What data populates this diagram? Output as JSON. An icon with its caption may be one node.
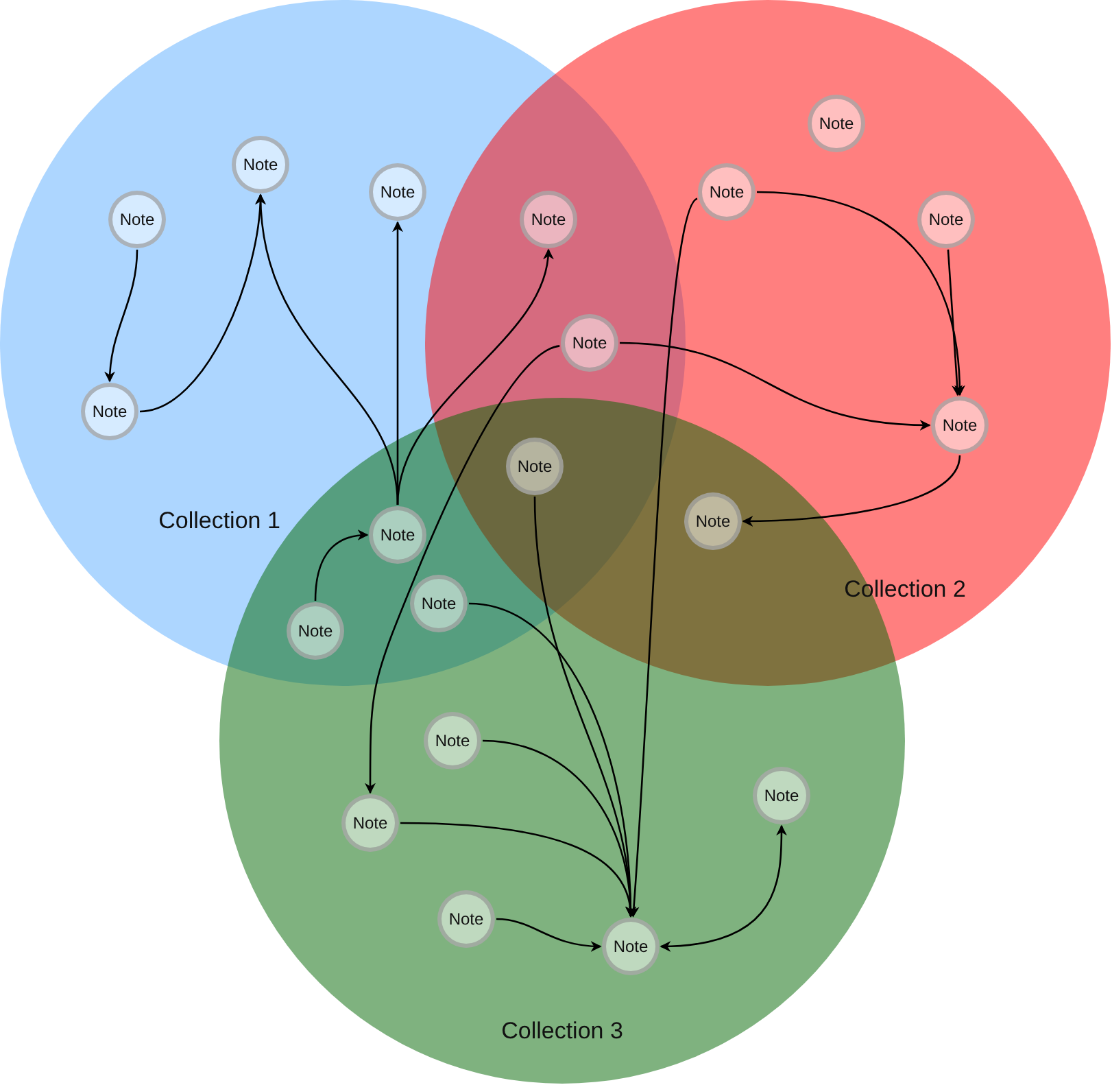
{
  "diagram": {
    "nodes": [
      {
        "text": [
          "Collection 1"
        ]
      },
      {
        "text": [
          "Collection 2"
        ]
      },
      {
        "text": [
          "Collection 3"
        ]
      },
      {
        "text": [
          "Note"
        ],
        "in": 1
      },
      {
        "text": [
          "Note"
        ],
        "in": 0
      },
      {
        "text": [
          "Note"
        ],
        "in": 1
      },
      {
        "text": [
          "Note"
        ],
        "in": 0
      },
      {
        "text": [
          "Note"
        ],
        "in": 0
      },
      {
        "text": [
          "Note"
        ]
      },
      {
        "text": [
          "Note"
        ],
        "in": 1
      },
      {
        "text": [
          "Note"
        ]
      },
      {
        "text": [
          "Note"
        ],
        "in": 0
      },
      {
        "text": [
          "Note"
        ],
        "in": 1
      },
      {
        "text": [
          "Note"
        ]
      },
      {
        "text": [
          "Note"
        ]
      },
      {
        "text": [
          "Note"
        ]
      },
      {
        "text": [
          "Note"
        ]
      },
      {
        "text": [
          "Note"
        ]
      },
      {
        "text": [
          "Note"
        ],
        "in": 2
      },
      {
        "text": [
          "Note"
        ],
        "in": 2
      },
      {
        "text": [
          "Note"
        ],
        "in": 2
      },
      {
        "text": [
          "Note"
        ],
        "in": 2
      },
      {
        "text": [
          "Note"
        ],
        "in": 2
      }
    ],
    "edges": [
      {
        "from": 7,
        "to": 11,
        "arrow": "to"
      },
      {
        "from": 11,
        "to": 4,
        "arrow": "to"
      },
      {
        "from": 15,
        "to": 4,
        "arrow": "to"
      },
      {
        "from": 15,
        "to": 6,
        "arrow": "to"
      },
      {
        "from": 15,
        "to": 8,
        "arrow": "to"
      },
      {
        "from": 17,
        "to": 15,
        "arrow": "to"
      },
      {
        "from": 10,
        "to": 20,
        "arrow": "to"
      },
      {
        "from": 10,
        "to": 12,
        "arrow": "to"
      },
      {
        "from": 5,
        "to": 12,
        "arrow": "to"
      },
      {
        "from": 9,
        "to": 12,
        "arrow": "to"
      },
      {
        "from": 5,
        "to": 22,
        "arrow": "to"
      },
      {
        "from": 12,
        "to": 14,
        "arrow": "to"
      },
      {
        "from": 13,
        "to": 22,
        "arrow": "to"
      },
      {
        "from": 16,
        "to": 22,
        "arrow": "to"
      },
      {
        "from": 18,
        "to": 22,
        "arrow": "to"
      },
      {
        "from": 20,
        "to": 22,
        "arrow": "to"
      },
      {
        "from": 21,
        "to": 22,
        "arrow": "to"
      },
      {
        "from": 22,
        "to": 19,
        "arrow": "both"
      }
    ]
  }
}
